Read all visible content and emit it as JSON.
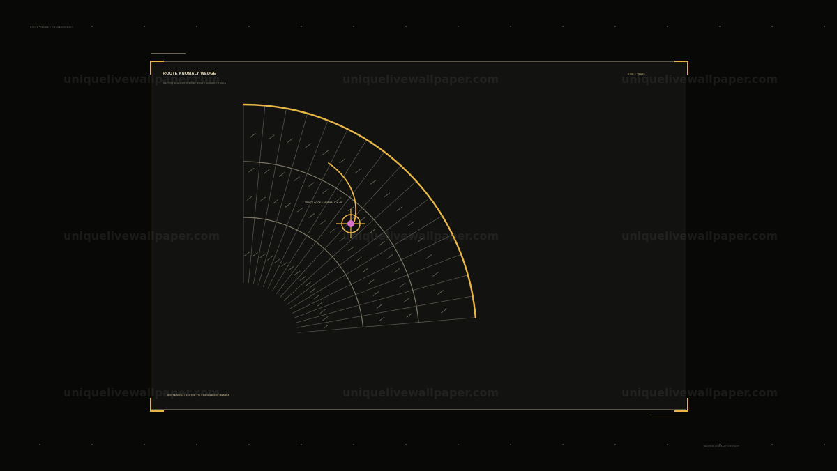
{
  "top_left_label": "ROUTE WEDGE // TRACE ANOMALY",
  "bottom_right_label": "SECTOR ANOMALY CONTACT",
  "panel": {
    "title": "ROUTE ANOMALY WEDGE",
    "subtitle": "SECTOR SCAN // FORWARD ROUTE ANOMALY TRACE",
    "status_key": "LIVE",
    "status_sep": "//",
    "status_value": "TRACE",
    "footer": "ROUTE MESH / SECTOR TIE / RANGED ARC MESHED"
  },
  "marker": {
    "label": "TRACE LOCK / ANOMALY X-48"
  },
  "watermark": "uniquelivewallpaper.com",
  "colors": {
    "accent": "#e8b646",
    "marker_core": "#d872c8",
    "background": "#080807",
    "panel": "#121311"
  }
}
